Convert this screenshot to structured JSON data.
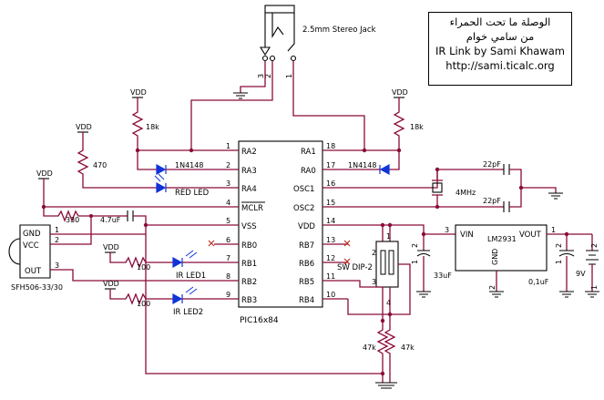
{
  "title_block": {
    "arabic_line1": "الوصلة ما تحت الحمراء",
    "arabic_line2": "من سامي خوام",
    "english_line": "IR Link by Sami Khawam",
    "url": "http://sami.ticalc.org"
  },
  "jack": {
    "label": "2.5mm Stereo Jack",
    "pins": [
      "3",
      "2",
      "1"
    ]
  },
  "pic": {
    "name": "PIC16x84",
    "left_pins": [
      {
        "num": "1",
        "name": "RA2"
      },
      {
        "num": "2",
        "name": "RA3"
      },
      {
        "num": "3",
        "name": "RA4"
      },
      {
        "num": "4",
        "name": "MCLR"
      },
      {
        "num": "5",
        "name": "VSS"
      },
      {
        "num": "6",
        "name": "RB0"
      },
      {
        "num": "7",
        "name": "RB1"
      },
      {
        "num": "8",
        "name": "RB2"
      },
      {
        "num": "9",
        "name": "RB3"
      }
    ],
    "right_pins": [
      {
        "num": "18",
        "name": "RA1"
      },
      {
        "num": "17",
        "name": "RA0"
      },
      {
        "num": "16",
        "name": "OSC1"
      },
      {
        "num": "15",
        "name": "OSC2"
      },
      {
        "num": "14",
        "name": "VDD"
      },
      {
        "num": "13",
        "name": "RB7"
      },
      {
        "num": "12",
        "name": "RB6"
      },
      {
        "num": "11",
        "name": "RB5"
      },
      {
        "num": "10",
        "name": "RB4"
      }
    ]
  },
  "labels": {
    "vdd": "VDD",
    "r18k_a": "18k",
    "r18k_b": "18k",
    "r470": "470",
    "r330": "330",
    "cap47": "4.7uF",
    "diode_a": "1N4148",
    "diode_b": "1N4148",
    "red_led": "RED LED",
    "ir_led1": "IR LED1",
    "ir_led2": "IR LED2",
    "r100_a": "100",
    "r100_b": "100",
    "c22_a": "22pF",
    "c22_b": "22pF",
    "xtal": "4MHz",
    "sw": "SW DIP-2",
    "r47k_a": "47k",
    "r47k_b": "47k",
    "c33": "33uF",
    "reg": "LM2931",
    "reg_vin": "VIN",
    "reg_vout": "VOUT",
    "reg_gnd": "GND",
    "c01": "0,1uF",
    "batt": "9V",
    "sfh": "SFH506-33/30",
    "sfh_gnd": "GND",
    "sfh_vcc": "VCC",
    "sfh_out": "OUT",
    "n1": "1",
    "n2": "2",
    "n3": "3",
    "reg_pin1": "1",
    "reg_pin2": "2",
    "reg_pin3": "3",
    "sw_pin1": "1",
    "sw_pin2": "2",
    "sw_pin3": "3",
    "sw_pin4": "4",
    "batt_pin1": "1",
    "batt_pin2": "2",
    "c33_pin1": "1",
    "c33_pin2": "2",
    "c01_pin1": "1",
    "c01_pin2": "2"
  }
}
